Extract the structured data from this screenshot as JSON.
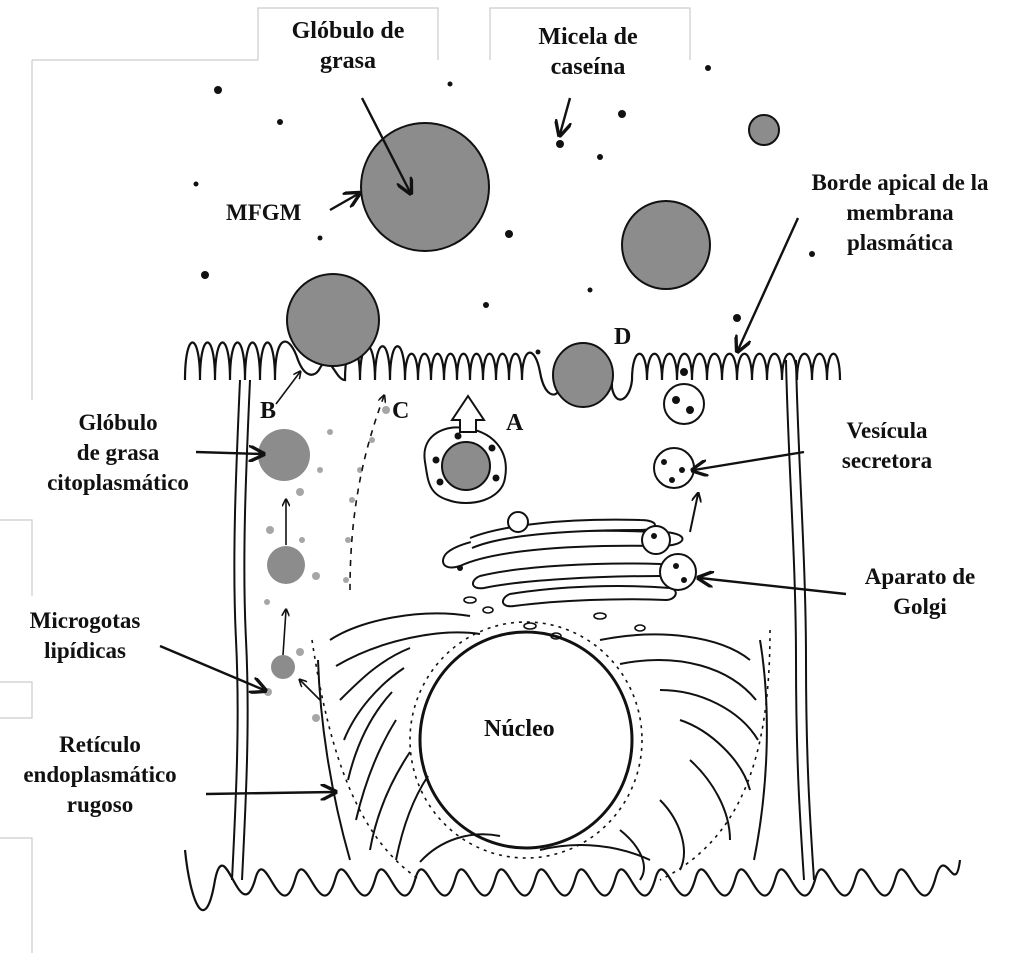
{
  "colors": {
    "ink": "#111111",
    "fat": "#8c8c8c",
    "fat_light": "#a6a6a6",
    "background": "#ffffff"
  },
  "labels": {
    "fat_globule": [
      "Glóbulo de",
      "grasa"
    ],
    "casein_micelle": [
      "Micela de",
      "caseína"
    ],
    "mfgm": "MFGM",
    "apical_border": [
      "Borde apical de la",
      "membrana",
      "plasmática"
    ],
    "cytoplasmic_fat_globule": [
      "Glóbulo",
      "de grasa",
      "citoplasmático"
    ],
    "secretory_vesicle": [
      "Vesícula",
      "secretora"
    ],
    "golgi_apparatus": [
      "Aparato de",
      "Golgi"
    ],
    "lipid_microdroplets": [
      "Microgotas",
      "lipídicas"
    ],
    "rough_er": [
      "Retículo",
      "endoplasmático",
      "rugoso"
    ],
    "nucleus": "Núcleo",
    "pathway_a": "A",
    "pathway_b": "B",
    "pathway_c": "C",
    "pathway_d": "D"
  }
}
